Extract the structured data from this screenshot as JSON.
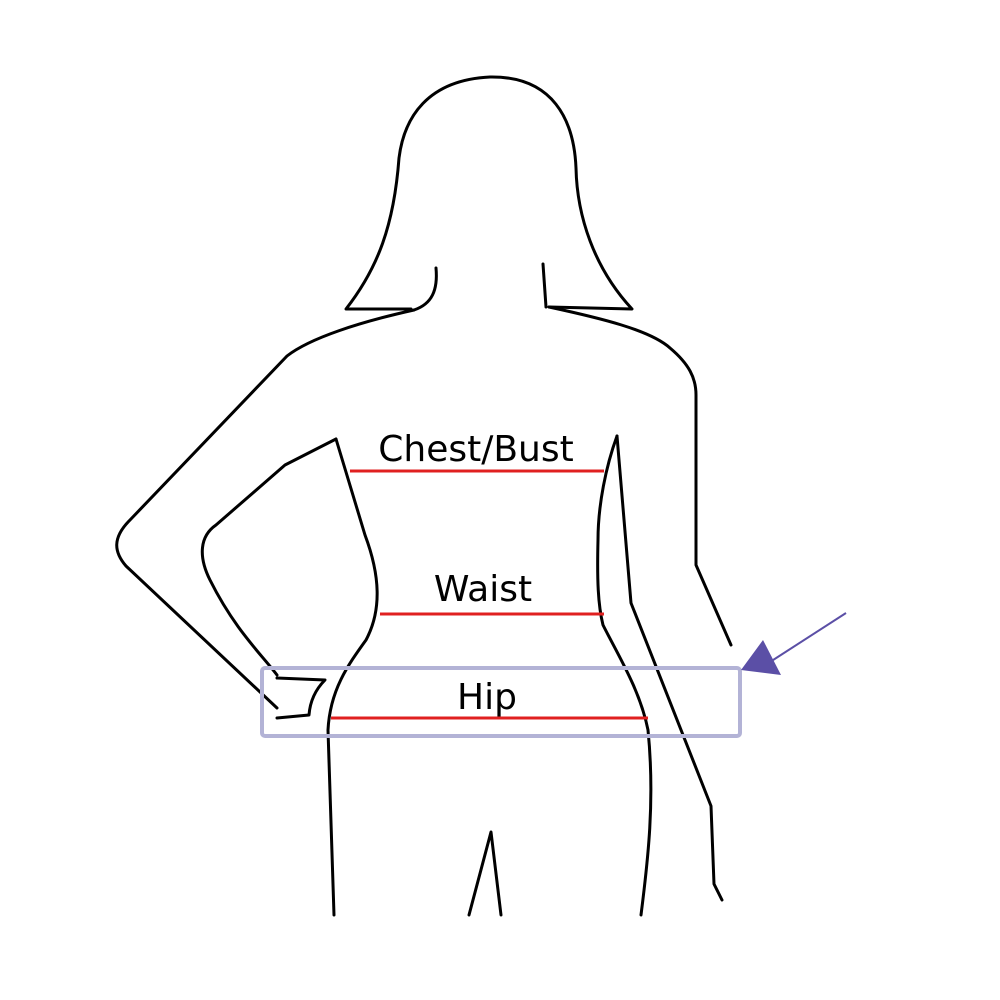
{
  "labels": {
    "chest": "Chest/Bust",
    "waist": "Waist",
    "hip": "Hip"
  },
  "colors": {
    "outline": "#000000",
    "measure_line": "#e02020",
    "highlight_box": "#b3b3d6",
    "arrow": "#5b4fa6"
  },
  "highlight": {
    "target": "hip"
  }
}
